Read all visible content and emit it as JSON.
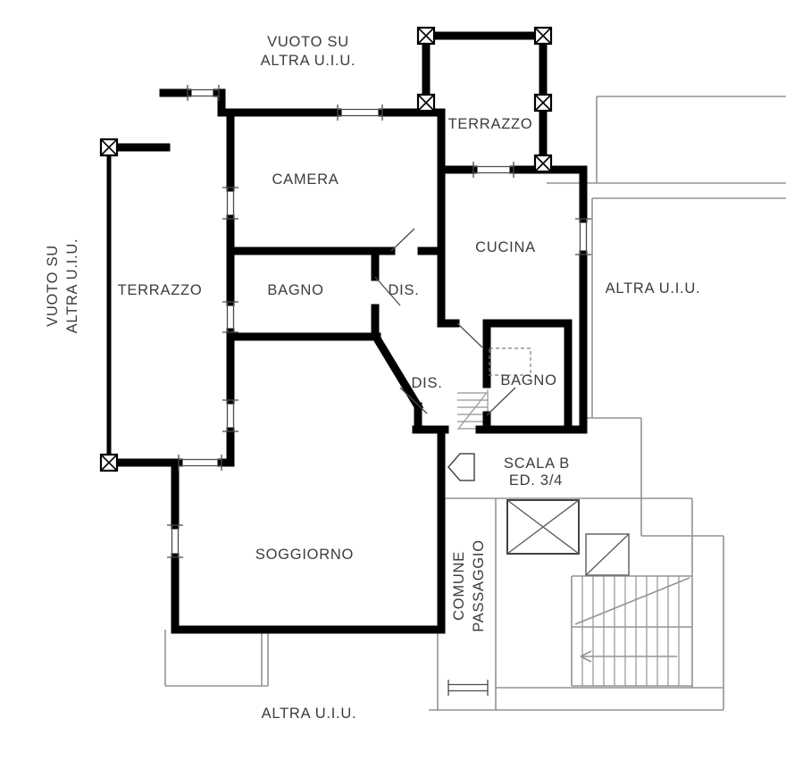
{
  "colors": {
    "wall": "#000000",
    "thin": "#8f9499",
    "win": "#4a4a4a",
    "label": "#3a3c3e",
    "bg": "#ffffff"
  },
  "labels": {
    "vuoto_top": {
      "line1": "VUOTO SU",
      "line2": "ALTRA U.I.U."
    },
    "terrazzo_top": "TERRAZZO",
    "camera": "CAMERA",
    "cucina": "CUCINA",
    "terrazzo_left": "TERRAZZO",
    "bagno_upper": "BAGNO",
    "dis_upper": "DIS.",
    "altra_right": "ALTRA U.I.U.",
    "vuoto_left": {
      "line1": "VUOTO SU",
      "line2": "ALTRA U.I.U."
    },
    "dis_lower": "DIS.",
    "bagno_lower": "BAGNO",
    "scala": {
      "line1": "SCALA B",
      "line2": "ED. 3/4"
    },
    "soggiorno": "SOGGIORNO",
    "comune": {
      "line1": "COMUNE",
      "line2": "PASSAGGIO"
    },
    "altra_bottom": "ALTRA U.I.U."
  }
}
